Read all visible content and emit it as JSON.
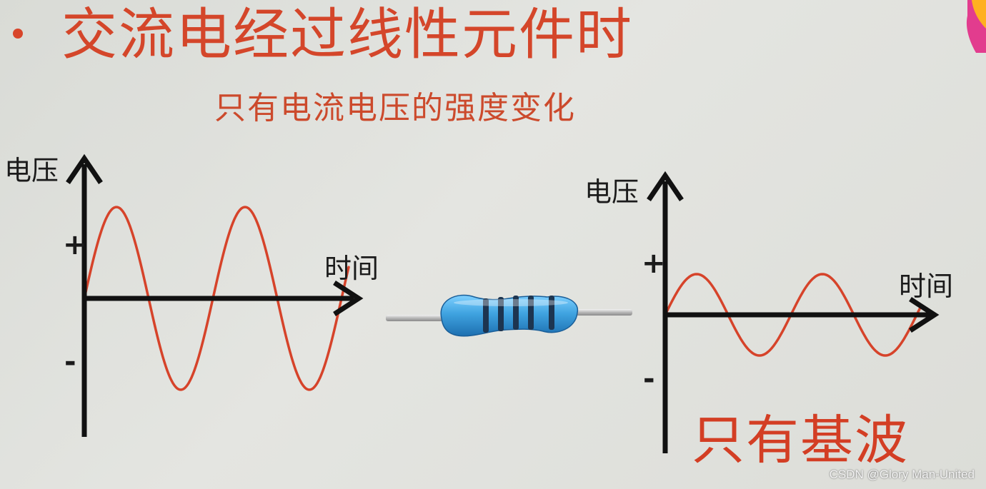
{
  "slide": {
    "title": "交流电经过线性元件时",
    "subtitle": "只有电流电压的强度变化",
    "result_label": "只有基波"
  },
  "left_graph": {
    "y_axis_label": "电压",
    "x_axis_label": "时间",
    "positive_label": "+",
    "negative_label": "-"
  },
  "right_graph": {
    "y_axis_label": "电压",
    "x_axis_label": "时间",
    "positive_label": "+",
    "negative_label": "-"
  },
  "watermark": "CSDN @Glory Man-United",
  "colors": {
    "title": "#d4462a",
    "wave": "#d6432a",
    "axis": "#111111",
    "resistor_body": "#3fa3e0"
  }
}
